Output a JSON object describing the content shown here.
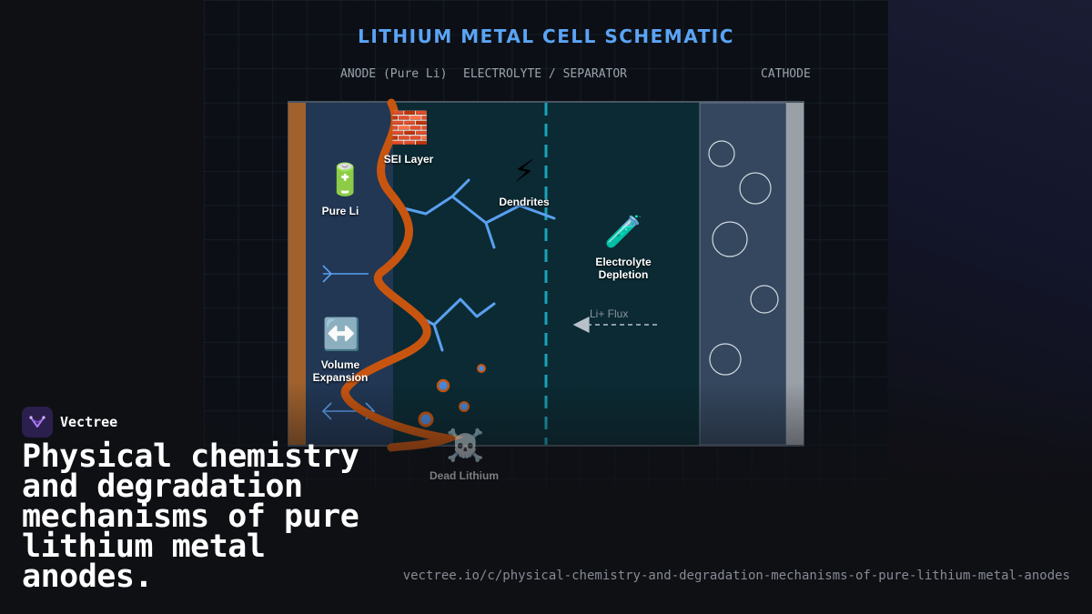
{
  "diagram": {
    "title": "LITHIUM METAL CELL SCHEMATIC",
    "regions": {
      "anode": "ANODE (Pure Li)",
      "electrolyte": "ELECTROLYTE / SEPARATOR",
      "cathode": "CATHODE"
    },
    "annotations": {
      "pure_li": {
        "icon": "battery-icon",
        "glyph": "🔋",
        "label": "Pure Li"
      },
      "sei": {
        "icon": "brick-icon",
        "glyph": "🧱",
        "label": "SEI Layer"
      },
      "dendrites": {
        "icon": "lightning-icon",
        "glyph": "⚡",
        "label": "Dendrites"
      },
      "electrolyte_depletion": {
        "icon": "test-tube-icon",
        "glyph": "🧪",
        "label": "Electrolyte Depletion"
      },
      "volume_expansion": {
        "icon": "left-right-arrow-icon",
        "glyph": "↔️",
        "label": "Volume Expansion"
      },
      "dead_lithium": {
        "icon": "skull-crossbones-icon",
        "glyph": "☠️",
        "label": "Dead Lithium"
      }
    },
    "flux_label": "Li+ Flux",
    "colors": {
      "title": "#5ba4f5",
      "current_collector": "#a0612c",
      "anode": "#213754",
      "electrolyte": "#0b2a33",
      "separator": "#1aa3b8",
      "cathode": "#34475e",
      "sei": "#c8550f",
      "dendrite": "#5aa0f0"
    }
  },
  "brand": {
    "name": "Vectree",
    "logo_icon": "vectree-logo-icon"
  },
  "headline": "Physical chemistry and degradation mechanisms of pure lithium metal anodes.",
  "url": "vectree.io/c/physical-chemistry-and-degradation-mechanisms-of-pure-lithium-metal-anodes"
}
